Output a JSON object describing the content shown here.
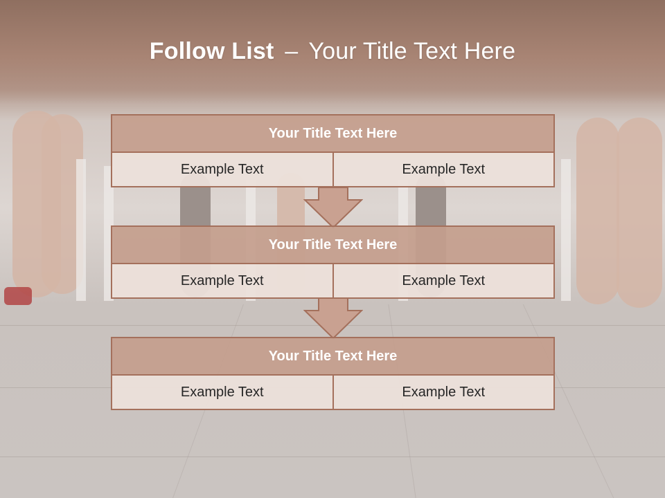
{
  "slide": {
    "title_bold": "Follow List",
    "title_separator": "–",
    "title_rest": "Your Title Text Here"
  },
  "blocks": [
    {
      "title": "Your Title Text Here",
      "cells": [
        "Example Text",
        "Example Text"
      ]
    },
    {
      "title": "Your Title Text Here",
      "cells": [
        "Example Text",
        "Example Text"
      ]
    },
    {
      "title": "Your Title Text Here",
      "cells": [
        "Example Text",
        "Example Text"
      ]
    }
  ],
  "colors": {
    "header": "#a88474",
    "block_title_fill": "#c49e8d",
    "block_border": "#a4705c",
    "cell_fill": "#ece0da",
    "arrow_fill": "#c9a191"
  },
  "background": {
    "subject": "people seated on chairs, legs visible, tiled floor"
  }
}
